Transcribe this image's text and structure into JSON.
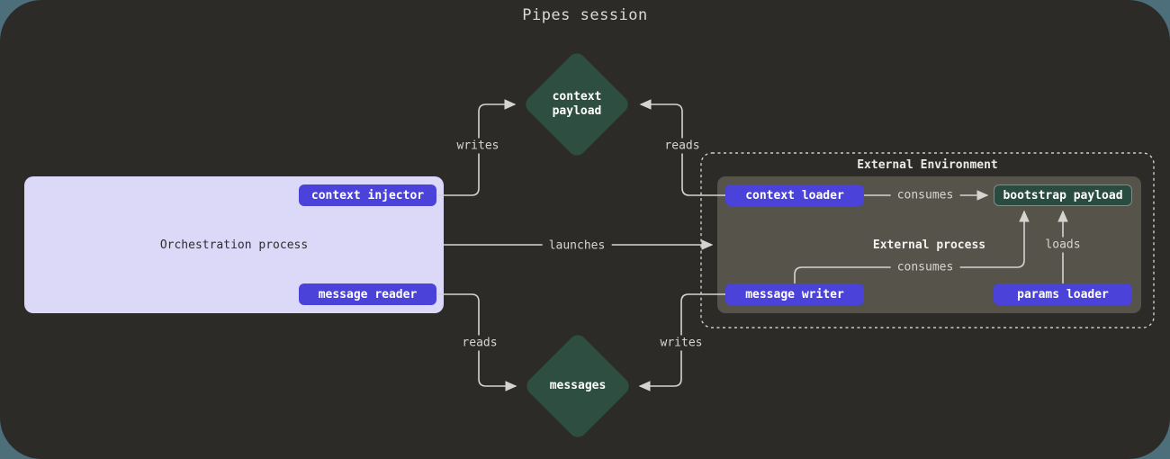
{
  "title": "Pipes session",
  "colors": {
    "page_background": "#4d6f7b",
    "canvas_background": "#2c2b28",
    "chip_accent": "#4b42da",
    "resource_teal": "#2d4e41",
    "orchestration_background": "#dbd9f7",
    "external_process_background": "#56534b",
    "line": "#d6d4d0"
  },
  "orchestration": {
    "label": "Orchestration process",
    "context_injector": "context injector",
    "message_reader": "message reader"
  },
  "external_environment": {
    "label": "External Environment",
    "process": {
      "label": "External process",
      "context_loader": "context loader",
      "bootstrap_payload": "bootstrap payload",
      "message_writer": "message writer",
      "params_loader": "params loader"
    }
  },
  "resources": {
    "context_payload": "context payload",
    "messages": "messages"
  },
  "edges": {
    "writes_context": "writes",
    "reads_context": "reads",
    "launches": "launches",
    "consumes_context": "consumes",
    "consumes_messages": "consumes",
    "loads": "loads",
    "reads_messages": "reads",
    "writes_messages": "writes"
  }
}
